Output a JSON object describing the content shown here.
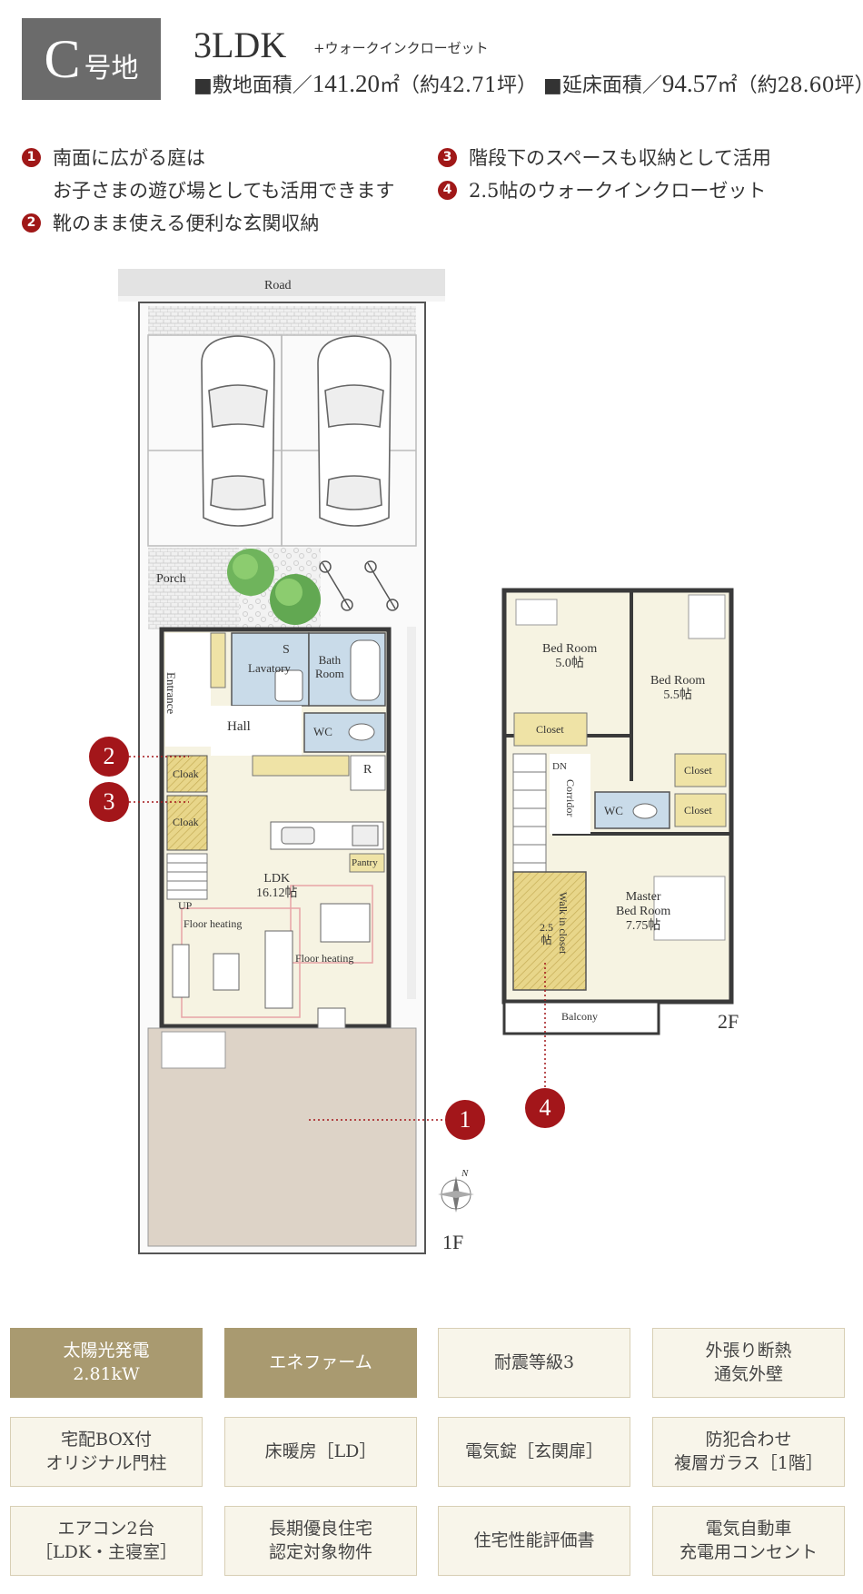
{
  "header": {
    "lot_big": "C",
    "lot_small": "号地",
    "layout": "3LDK",
    "layout_extra": "+ウォークインクローゼット",
    "site_label": "■敷地面積／",
    "site_value": "141.20",
    "site_unit": "㎡（約42.71坪）",
    "floor_label": "■延床面積／",
    "floor_value": "94.57",
    "floor_unit": "㎡（約28.60坪）"
  },
  "features": [
    {
      "num": "1",
      "lines": [
        "南面に広がる庭は",
        "お子さまの遊び場としても活用できます"
      ]
    },
    {
      "num": "2",
      "lines": [
        "靴のまま使える便利な玄関収納"
      ]
    },
    {
      "num": "3",
      "lines": [
        "階段下のスペースも収納として活用"
      ]
    },
    {
      "num": "4",
      "lines": [
        "2.5帖のウォークインクローゼット"
      ]
    }
  ],
  "plan": {
    "road": "Road",
    "porch": "Porch",
    "entrance": "Entrance",
    "lavatory": "Lavatory",
    "s": "S",
    "bath": "Bath",
    "bath2": "Room",
    "hall": "Hall",
    "wc": "WC",
    "cloak": "Cloak",
    "r": "R",
    "pantry": "Pantry",
    "ldk": "LDK",
    "ldk_size": "16.12帖",
    "up": "UP",
    "floor_heating": "Floor heating",
    "floor1": "1F",
    "floor2": "2F",
    "bed1": "Bed Room",
    "bed1_size": "5.0帖",
    "bed2": "Bed Room",
    "bed2_size": "5.5帖",
    "closet": "Closet",
    "dn": "DN",
    "corridor": "Corridor",
    "walkin": "Walk in closet",
    "walkin_size": "2.5",
    "walkin_unit": "帖",
    "master": "Master",
    "master2": "Bed Room",
    "master_size": "7.75帖",
    "balcony": "Balcony",
    "north": "N"
  },
  "markers": [
    "1",
    "2",
    "3",
    "4"
  ],
  "equipment": [
    {
      "text": "太陽光発電\n2.81kW",
      "highlight": true
    },
    {
      "text": "エネファーム",
      "highlight": true
    },
    {
      "text": "耐震等級3",
      "highlight": false
    },
    {
      "text": "外張り断熱\n通気外壁",
      "highlight": false
    },
    {
      "text": "宅配BOX付\nオリジナル門柱",
      "highlight": false
    },
    {
      "text": "床暖房［LD］",
      "highlight": false
    },
    {
      "text": "電気錠［玄関扉］",
      "highlight": false
    },
    {
      "text": "防犯合わせ\n複層ガラス［1階］",
      "highlight": false
    },
    {
      "text": "エアコン2台\n［LDK・主寝室］",
      "highlight": false
    },
    {
      "text": "長期優良住宅\n認定対象物件",
      "highlight": false
    },
    {
      "text": "住宅性能評価書",
      "highlight": false
    },
    {
      "text": "電気自動車\n充電用コンセント",
      "highlight": false
    }
  ],
  "colors": {
    "accent": "#a3161a",
    "badge": "#6b6b6b",
    "tile_dark": "#a99a70",
    "tile_light": "#f8f5ea",
    "room": "#f6f3e2",
    "wet": "#c9dbe9",
    "storage": "#efe3a6",
    "garden": "#ddd3c7"
  }
}
